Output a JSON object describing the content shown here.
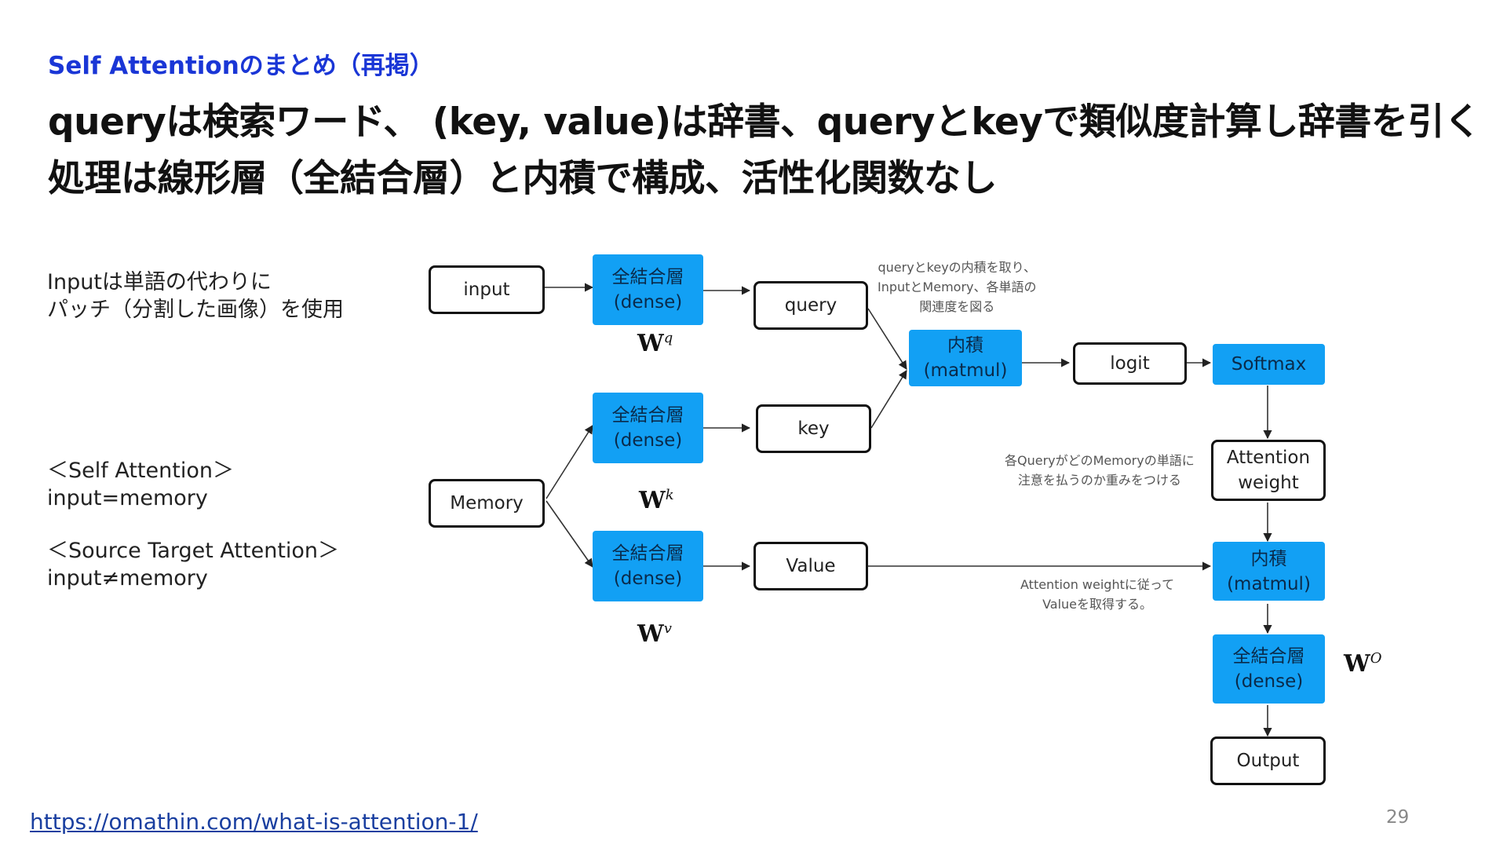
{
  "subtitle": "Self Attentionのまとめ（再掲）",
  "headline": [
    "queryは検索ワード、 (key, value)は辞書、queryとkeyで類似度計算し辞書を引く",
    "処理は線形層（全結合層）と内積で構成、活性化関数なし"
  ],
  "notes": {
    "input_note": [
      "Inputは単語の代わりに",
      "パッチ（分割した画像）を使用"
    ],
    "self_attention": [
      "＜Self Attention＞",
      "input=memory"
    ],
    "source_target": [
      "＜Source Target Attention＞",
      "input≠memory"
    ]
  },
  "diagram": {
    "input": "input",
    "memory": "Memory",
    "dense_q": [
      "全結合層",
      "(dense)"
    ],
    "dense_k": [
      "全結合層",
      "(dense)"
    ],
    "dense_v": [
      "全結合層",
      "(dense)"
    ],
    "query": "query",
    "key": "key",
    "value": "Value",
    "matmul1": [
      "内積",
      "(matmul)"
    ],
    "logit": "logit",
    "softmax": "Softmax",
    "attn_weight": [
      "Attention",
      "weight"
    ],
    "matmul2": [
      "内積",
      "(matmul)"
    ],
    "dense_o": [
      "全結合層",
      "(dense)"
    ],
    "output": "Output",
    "ann_top": [
      "queryとkeyの内積を取り、",
      "InputとMemory、各単語の",
      "関連度を図る"
    ],
    "ann_mid": [
      "各QueryがどのMemoryの単語に",
      "注意を払うのか重みをつける"
    ],
    "ann_bottom": [
      "Attention weightに従って",
      "Valueを取得する。"
    ],
    "weights": {
      "q": {
        "base": "W",
        "sup": "q"
      },
      "k": {
        "base": "W",
        "sup": "k"
      },
      "v": {
        "base": "W",
        "sup": "v"
      },
      "o": {
        "base": "W",
        "sup": "O"
      }
    }
  },
  "footer": {
    "link": "https://omathin.com/what-is-attention-1/",
    "page": "29"
  },
  "colors": {
    "subtitle": "#1a36d6",
    "dense_fill": "#12a0f4",
    "link": "#1a3fa0"
  }
}
